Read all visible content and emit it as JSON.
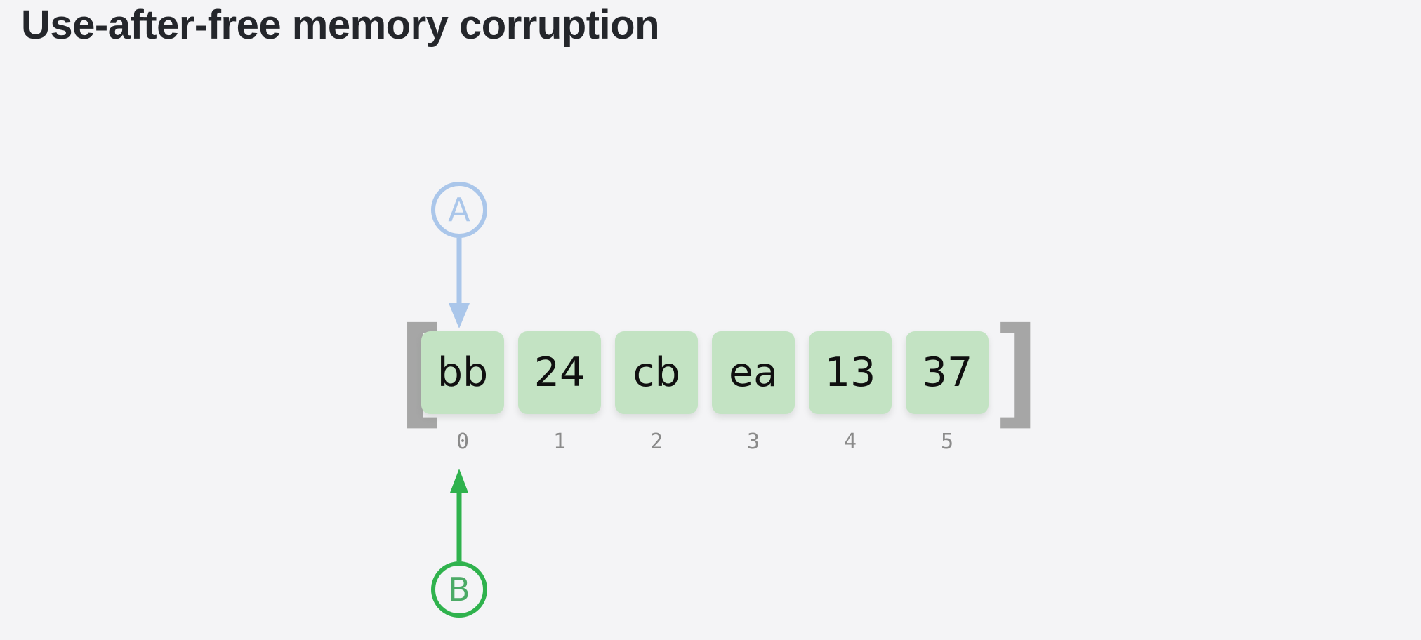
{
  "page": {
    "title": "Use-after-free memory corruption",
    "background_color": "#f4f4f6",
    "title_color": "#24262b"
  },
  "diagram": {
    "type": "memory-array",
    "open_bracket": "[",
    "close_bracket": "]",
    "bracket_color": "#a6a6a6",
    "cell_fill_color": "#c3e3c3",
    "cell_text_color": "#101010",
    "index_color": "#8a8a8a",
    "cells": [
      {
        "value": "bb",
        "index": "0"
      },
      {
        "value": "24",
        "index": "1"
      },
      {
        "value": "cb",
        "index": "2"
      },
      {
        "value": "ea",
        "index": "3"
      },
      {
        "value": "13",
        "index": "4"
      },
      {
        "value": "37",
        "index": "5"
      }
    ],
    "pointers": [
      {
        "label": "A",
        "color": "#aac6ea",
        "direction": "down",
        "target_index": "0",
        "position": "above"
      },
      {
        "label": "B",
        "color": "#2fb24d",
        "letter_color": "#4caa66",
        "direction": "up",
        "target_index": "0",
        "position": "below"
      }
    ]
  }
}
